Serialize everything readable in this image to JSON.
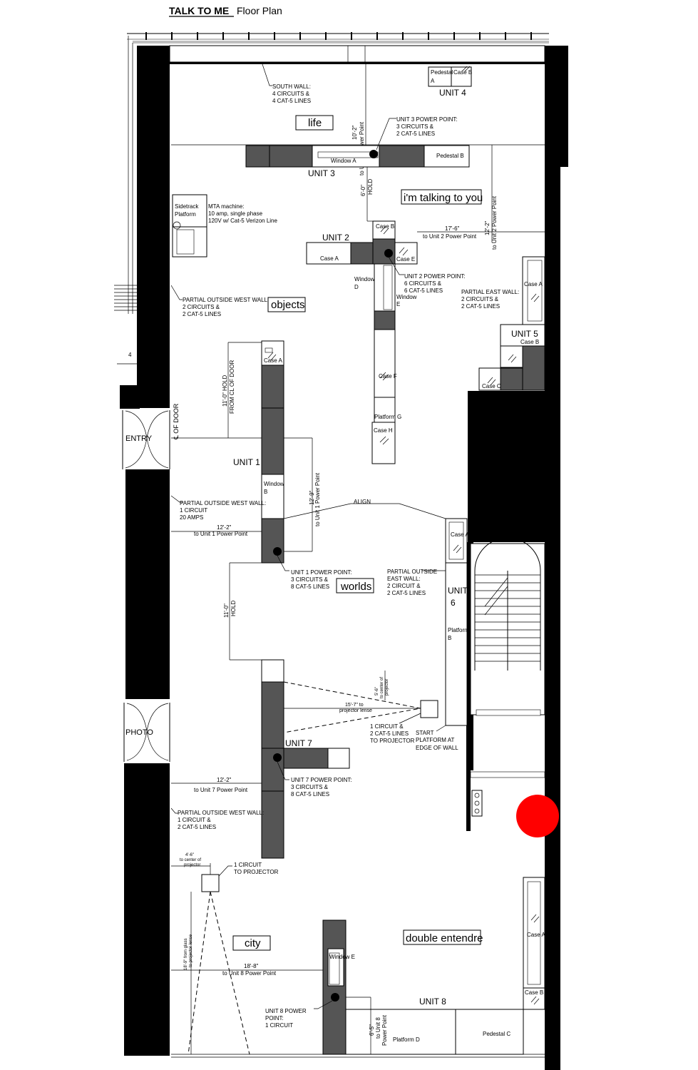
{
  "title": {
    "main": "TALK TO ME",
    "sub": "Floor Plan"
  },
  "zones": {
    "life": "life",
    "talking": "i'm talking to you",
    "objects": "objects",
    "worlds": "worlds",
    "city": "city",
    "double": "double entendre"
  },
  "units": {
    "u1": "UNIT 1",
    "u2": "UNIT 2",
    "u3": "UNIT 3",
    "u4": "UNIT 4",
    "u5": "UNIT 5",
    "u6a": "UNIT",
    "u6b": "6",
    "u7": "UNIT 7",
    "u8": "UNIT 8"
  },
  "cases": {
    "u1_case_a": "Case A",
    "u1_window_b1": "Window",
    "u1_window_b2": "B",
    "u2_case_a": "Case A",
    "u2_case_b": "Case B",
    "u2_case_e": "Case E",
    "u2_window_d1": "Window",
    "u2_window_d2": "D",
    "u2_window_e1": "Window",
    "u2_window_e2": "E",
    "u2_case_f": "Case F",
    "u2_platform_g": "Platform G",
    "u2_case_h": "Case H",
    "u3_window_a": "Window A",
    "u3_pedestal_b": "Pedestal B",
    "u4_pedestal_a1": "Pedestal",
    "u4_pedestal_a2": "A",
    "u4_case_b": "Case B",
    "u5_case_a": "Case A",
    "u5_case_b": "Case B",
    "u5_case_c": "Case C",
    "u6_case_a": "Case A",
    "u6_platform_b1": "Platform",
    "u6_platform_b2": "B",
    "u8_window_e": "Window E",
    "u8_case_a": "Case A",
    "u8_case_b": "Case B",
    "u8_platform_d": "Platform D",
    "u8_pedestal_c": "Pedestal C",
    "sidetrack1": "Sidetrack",
    "sidetrack2": "Platform"
  },
  "doors": {
    "entry": "ENTRY",
    "photo": "PHOTO",
    "cl_door": "℄ OF DOOR",
    "num4": "4"
  },
  "notes": {
    "south_wall": [
      "SOUTH WALL:",
      "4 CIRCUITS &",
      "4 CAT-5 LINES"
    ],
    "u3_power": [
      "UNIT 3 POWER POINT:",
      "3 CIRCUITS &",
      "2 CAT-5 LINES"
    ],
    "mta": [
      "MTA machine:",
      "10 amp, single phase",
      "120V w/ Cat-5 Verizon Line"
    ],
    "u2_power": [
      "UNIT 2 POWER POINT:",
      "6 CIRCUITS &",
      "6 CAT-5 LINES"
    ],
    "partial_east": [
      "PARTIAL EAST WALL:",
      "2 CIRCUITS &",
      "2 CAT-5 LINES"
    ],
    "partial_west_1": [
      "PARTIAL OUTSIDE WEST WALL:",
      "2 CIRCUITS &",
      "2 CAT-5 LINES"
    ],
    "partial_west_2": [
      "PARTIAL OUTSIDE WEST WALL:",
      "1 CIRCUIT",
      "20 AMPS"
    ],
    "u1_power": [
      "UNIT 1 POWER POINT:",
      "3 CIRCUITS &",
      "8 CAT-5 LINES"
    ],
    "partial_outside_east": [
      "PARTIAL OUTSIDE",
      "EAST WALL:",
      "2 CIRCUIT &",
      "2 CAT-5 LINES"
    ],
    "projector_1": [
      "1 CIRCUIT &",
      "2 CAT-5 LINES",
      "TO PROJECTOR"
    ],
    "start_platform": [
      "START",
      "PLATFORM AT",
      "EDGE OF WALL"
    ],
    "u7_power": [
      "UNIT 7 POWER POINT:",
      "3 CIRCUITS &",
      "8 CAT-5 LINES"
    ],
    "partial_west_3": [
      "PARTIAL OUTSIDE WEST WALL:",
      "1 CIRCUIT &",
      "2 CAT-5 LINES"
    ],
    "projector_2": [
      "1 CIRCUIT",
      "TO PROJECTOR"
    ],
    "u8_power": [
      "UNIT 8 POWER",
      "POINT:",
      "1 CIRCUIT"
    ]
  },
  "dims": {
    "d_u3": [
      "10'-2\"",
      "to Unit 3 Power Point"
    ],
    "d_hold6": [
      "6'-0\"",
      "HOLD"
    ],
    "d_u2_vert": [
      "12'-2\"",
      "to Unit 2 Power Point"
    ],
    "d_u2_horiz": [
      "17'-6\"",
      "to Unit 2 Power Point"
    ],
    "d_hold11_door": [
      "11'-0\" HOLD",
      "FROM CL OF DOOR"
    ],
    "d_u1_vert": [
      "12'-9\"",
      "to Unit 1 Power Point"
    ],
    "d_u1_horiz": [
      "12'-2\"",
      "to Unit 1 Power Point"
    ],
    "align": "ALIGN",
    "d_hold11": [
      "11'-0\"",
      "HOLD"
    ],
    "d_proj_center": [
      "5'-6\"",
      "to center of",
      "projector"
    ],
    "d_proj_lense": [
      "15'-7\" to",
      "projector lense"
    ],
    "d_u7_horiz": [
      "12'-2\"",
      "to Unit 7 Power Point"
    ],
    "d_proj2_center": [
      "4'-6\"",
      "to center of",
      "projector"
    ],
    "d_proj2_lense": [
      "18'-9\" from glass",
      "to projector lense"
    ],
    "d_u8_horiz": [
      "18'-8\"",
      "to Unit 8 Power Point"
    ],
    "d_u8_vert": [
      "6'-5\"",
      "to Unit 8",
      "Power Point"
    ]
  },
  "colors": {
    "marker": "#ff0000",
    "wall": "#000000",
    "case": "#555555"
  }
}
